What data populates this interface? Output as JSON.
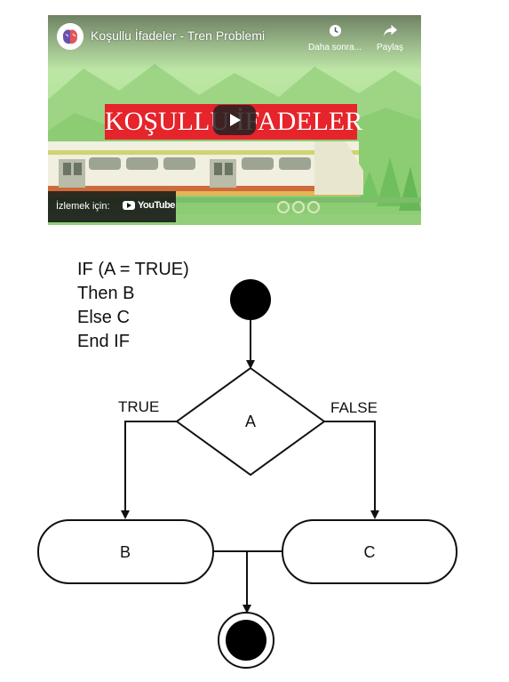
{
  "video": {
    "title": "Koşullu İfadeler - Tren Problemi",
    "banner_text": "KOŞULLU İFADELER",
    "watch_later_label": "Daha sonra...",
    "share_label": "Paylaş",
    "watch_on_label": "İzlemek için:",
    "youtube_label": "YouTube",
    "colors": {
      "banner": "#e5242b",
      "background": "#a9dc8f"
    }
  },
  "diagram": {
    "code": [
      "IF (A = TRUE)",
      "Then B",
      "Else C",
      "End IF"
    ],
    "condition_label": "A",
    "true_label": "TRUE",
    "false_label": "FALSE",
    "then_label": "B",
    "else_label": "C"
  }
}
